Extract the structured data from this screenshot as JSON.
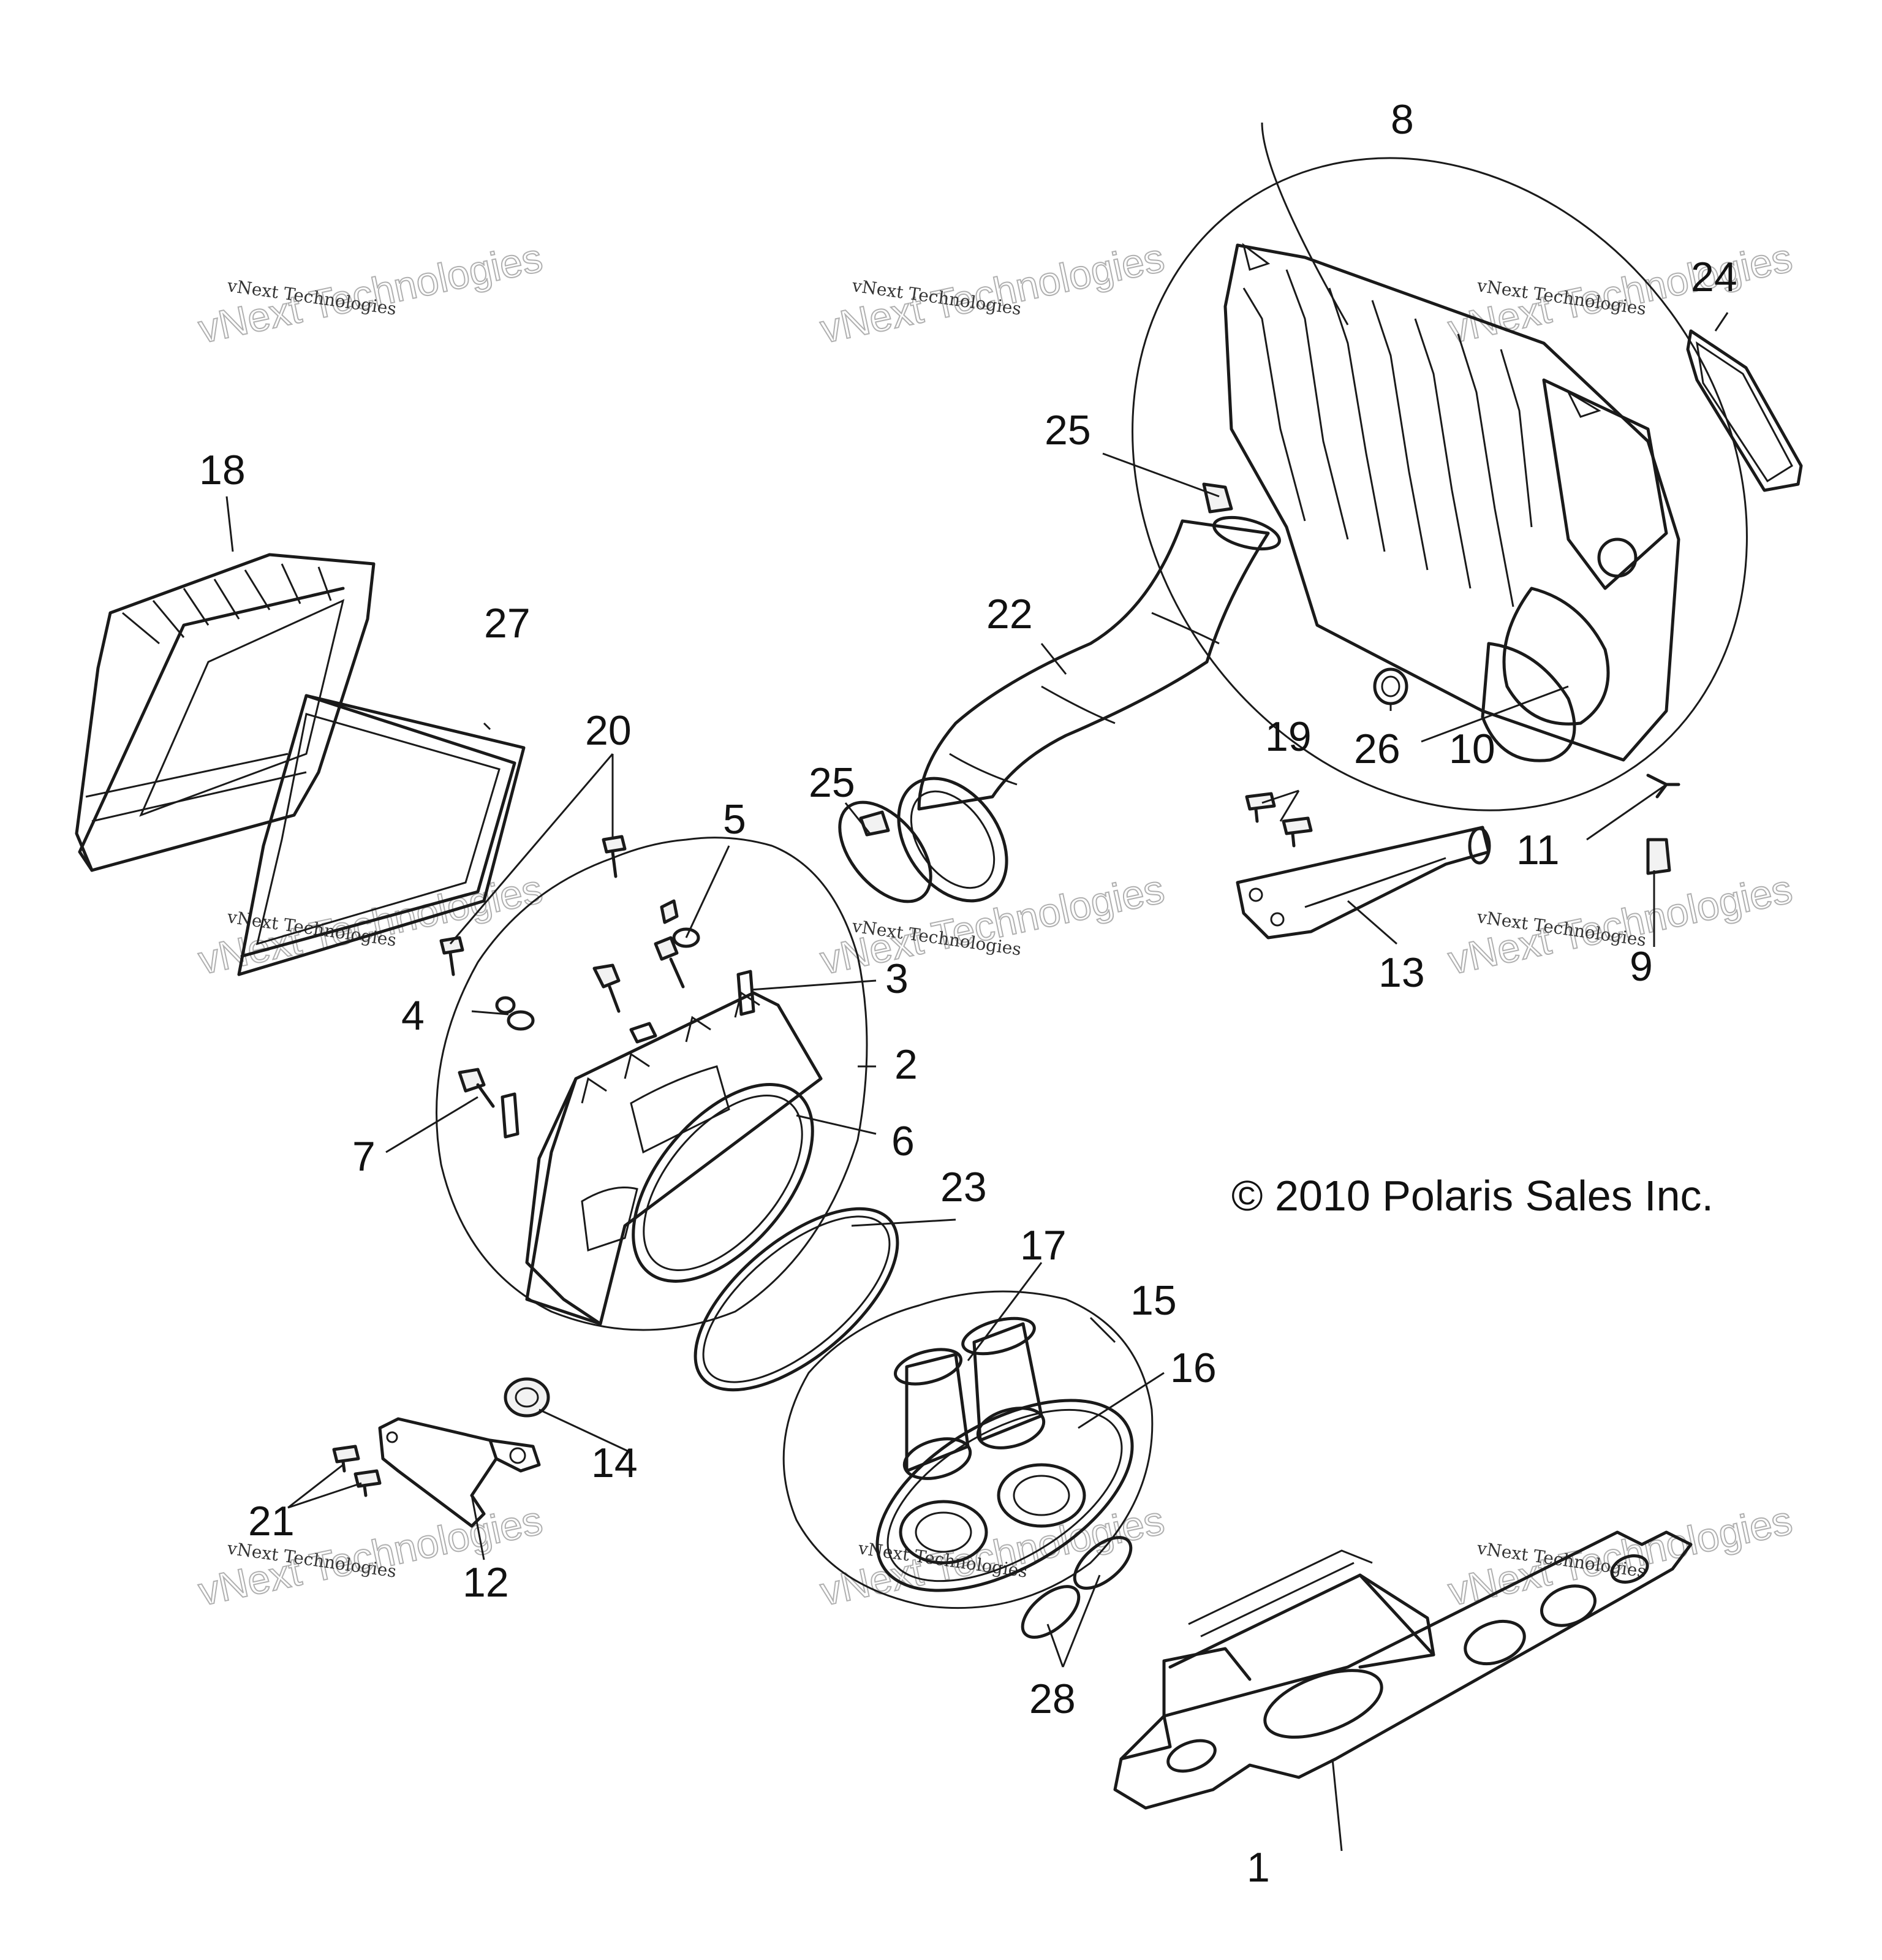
{
  "callouts": {
    "p1": "1",
    "p2": "2",
    "p3": "3",
    "p4": "4",
    "p5": "5",
    "p6": "6",
    "p7": "7",
    "p8": "8",
    "p9": "9",
    "p10": "10",
    "p11": "11",
    "p12": "12",
    "p13": "13",
    "p14": "14",
    "p15": "15",
    "p16": "16",
    "p17": "17",
    "p18": "18",
    "p19": "19",
    "p20": "20",
    "p21": "21",
    "p22": "22",
    "p23": "23",
    "p24": "24",
    "p25a": "25",
    "p25b": "25",
    "p26": "26",
    "p27": "27",
    "p28": "28"
  },
  "copyright": "© 2010 Polaris Sales Inc.",
  "watermark": {
    "line1": "vNext Technologies",
    "large": "vNext Technologies"
  }
}
